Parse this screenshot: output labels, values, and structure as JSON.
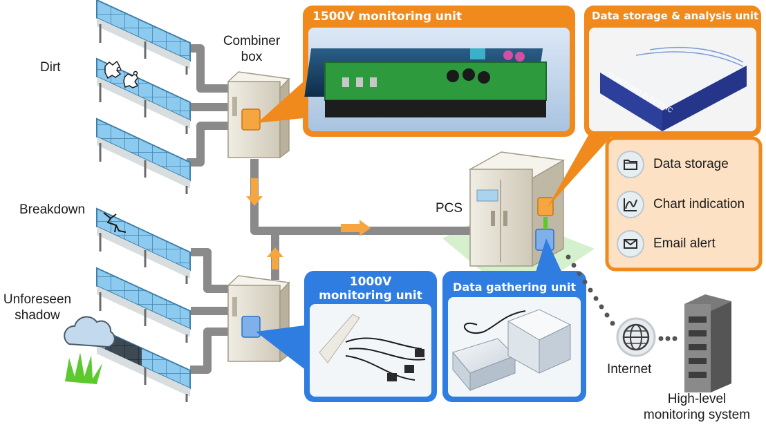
{
  "labels": {
    "dirt": "Dirt",
    "combiner_box": [
      "Combiner",
      "box"
    ],
    "breakdown": "Breakdown",
    "unforeseen_shadow": [
      "Unforeseen",
      "shadow"
    ],
    "pcs": "PCS",
    "internet": "Internet",
    "high_level": [
      "High-level",
      "monitoring system"
    ]
  },
  "units": {
    "unit_1500v": "1500V monitoring unit",
    "unit_1000v": [
      "1000V",
      "monitoring unit"
    ],
    "data_gathering": "Data gathering unit",
    "data_storage_analysis": "Data storage & analysis unit"
  },
  "features": [
    {
      "icon": "folder-icon",
      "label": "Data storage"
    },
    {
      "icon": "chart-icon",
      "label": "Chart indication"
    },
    {
      "icon": "email-icon",
      "label": "Email alert"
    }
  ],
  "device_brand": "SUMITOMO ELECTRIC",
  "colors": {
    "orange": "#f08a1c",
    "orange_light": "#fde1c4",
    "blue": "#2f7de0",
    "wire": "#8a8a8a",
    "panel": "#7ec0ea",
    "cabinet": "#e7e3d6",
    "green_zone": "#c9ecc0"
  }
}
